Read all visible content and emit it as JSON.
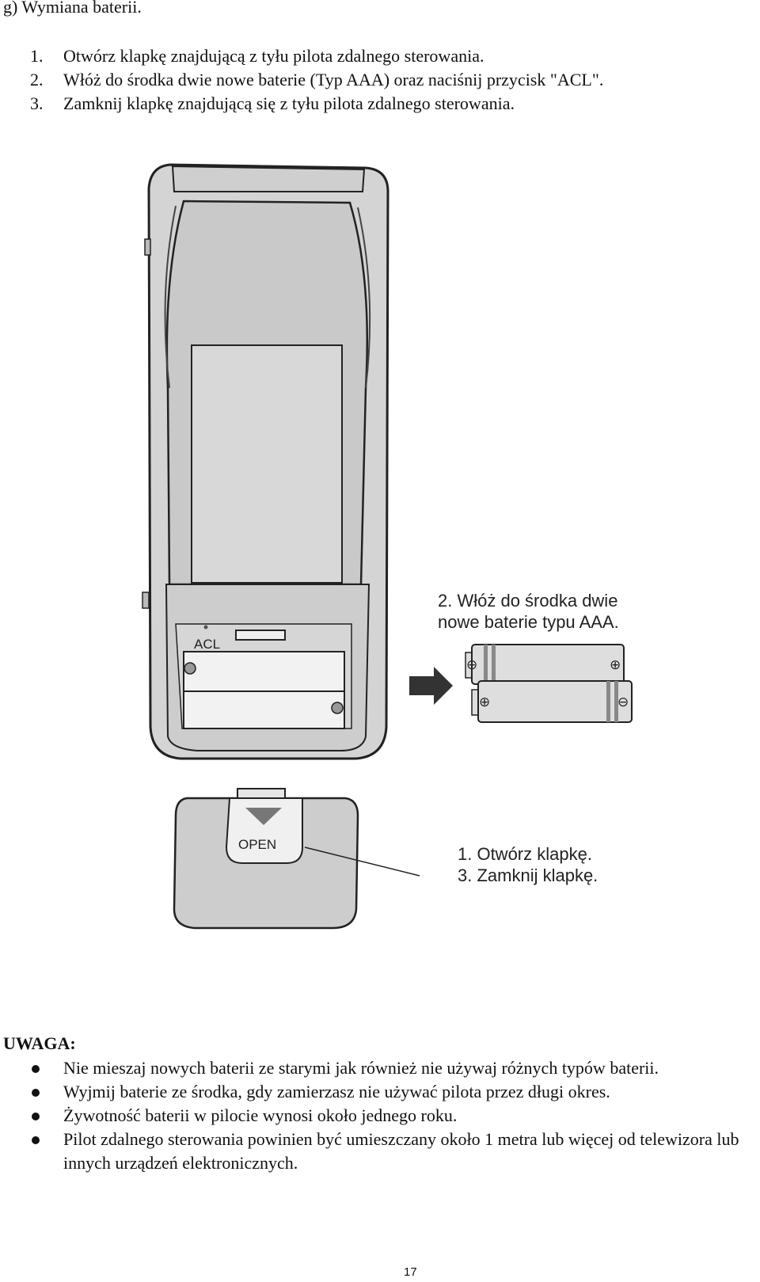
{
  "section": {
    "heading": "g) Wymiana baterii."
  },
  "steps": [
    {
      "num": "1.",
      "text": "Otwórz klapkę znajdującą z tyłu pilota zdalnego sterowania."
    },
    {
      "num": "2.",
      "text": "Włóż do środka dwie nowe baterie (Typ AAA) oraz naciśnij przycisk \"ACL\"."
    },
    {
      "num": "3.",
      "text": "Zamknij klapkę znajdującą się z tyłu pilota zdalnego sterowania."
    }
  ],
  "figure": {
    "callout_insert_line1": "2. Włóż do środka dwie",
    "callout_insert_line2": "nowe baterie typu AAA.",
    "callout_cover_line1": "1. Otwórz klapkę.",
    "callout_cover_line2": "3. Zamknij klapkę.",
    "acl_label": "ACL",
    "open_label": "OPEN",
    "plus_symbol": "⊕",
    "minus_symbol": "⊖"
  },
  "warning": {
    "title": "UWAGA:",
    "items": [
      "Nie mieszaj nowych baterii ze starymi jak również nie używaj różnych typów baterii.",
      "Wyjmij baterie ze środka, gdy zamierzasz nie używać pilota przez długi okres.",
      "Żywotność baterii w pilocie wynosi około jednego roku.",
      "Pilot zdalnego sterowania powinien być umieszczany około 1 metra lub więcej od telewizora lub innych urządzeń elektronicznych."
    ]
  },
  "page": {
    "number": "17"
  }
}
